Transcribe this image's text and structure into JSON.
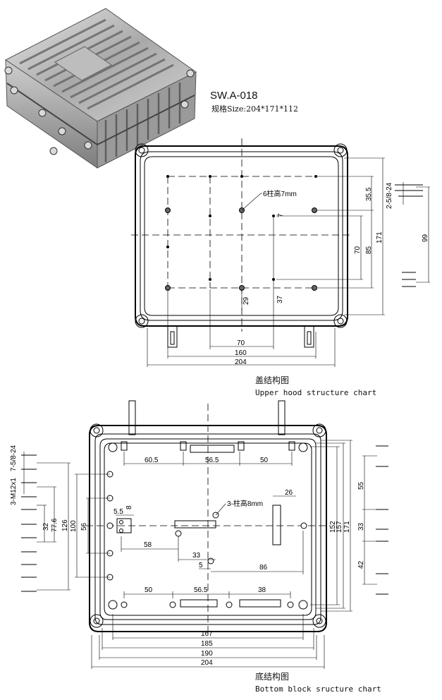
{
  "product": {
    "model": "SW.A-018",
    "size_label": "规格Size:204*171*112",
    "photo_icon": "aluminum-enclosure-photo"
  },
  "upper": {
    "caption_cn": "盖结构图",
    "caption_en": "Upper hood structure chart",
    "boss_note": "6柱高7mm",
    "dims": {
      "w70": "70",
      "w160": "160",
      "w204": "204",
      "h35_5": "35.5",
      "h85": "85",
      "h171": "171",
      "h70": "70",
      "h29": "29",
      "h37": "37",
      "h7": "7",
      "side_thread": "2-5/8-24",
      "side_99": "99"
    }
  },
  "bottom": {
    "caption_cn": "底结构图",
    "caption_en": "Bottom block sructure chart",
    "boss_note": "3-柱高8mm",
    "dims": {
      "t60_5": "60.5",
      "t56_5": "56.5",
      "t50": "50",
      "b50": "50",
      "b56_5": "56.5",
      "b38": "38",
      "d26": "26",
      "d8": "8",
      "d5_5": "5.5",
      "d58": "58",
      "d33": "33",
      "d5": "5",
      "d86": "86",
      "w167": "167",
      "w185": "185",
      "w190": "190",
      "w204": "204",
      "h152": "152",
      "h157": "157",
      "h171": "171",
      "r55": "55",
      "r33": "33",
      "r42": "42",
      "l_thread1": "7-5/8-24",
      "l_thread2": "3-M12x1",
      "l32": "32",
      "l77_6": "77.6",
      "l126": "126",
      "l100": "100",
      "l56": "56"
    }
  }
}
